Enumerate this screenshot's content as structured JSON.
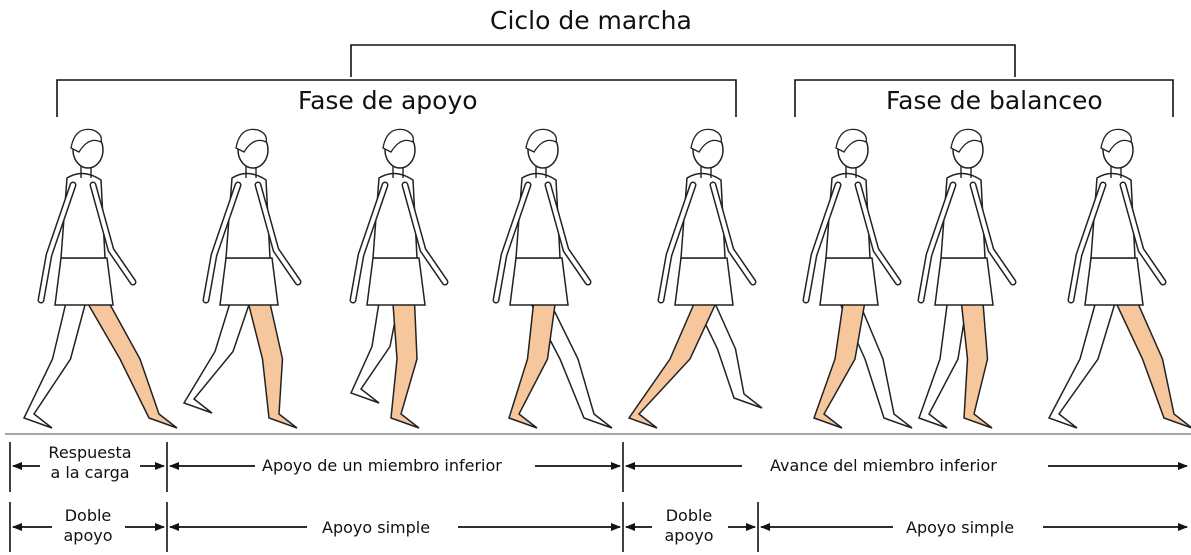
{
  "title": "Ciclo de marcha",
  "phases": {
    "stance": "Fase de apoyo",
    "swing": "Fase de balanceo"
  },
  "row1": {
    "loading_line1": "Respuesta",
    "loading_line2": "a la carga",
    "single_limb_support": "Apoyo de un miembro inferior",
    "limb_advancement": "Avance del miembro inferior"
  },
  "row2": {
    "double_support_line1": "Doble",
    "double_support_line2": "apoyo",
    "single_support": "Apoyo simple",
    "double_support2_line1": "Doble",
    "double_support2_line2": "apoyo",
    "single_support2": "Apoyo simple"
  },
  "colors": {
    "limb_highlight": "#f6c69c",
    "line": "#111111"
  },
  "figures": [
    {
      "id": "figure-1",
      "highlighted_leg": "front-stance"
    },
    {
      "id": "figure-2",
      "highlighted_leg": "stance"
    },
    {
      "id": "figure-3",
      "highlighted_leg": "stance"
    },
    {
      "id": "figure-4",
      "highlighted_leg": "stance"
    },
    {
      "id": "figure-5",
      "highlighted_leg": "push-off"
    },
    {
      "id": "figure-6",
      "highlighted_leg": "swing"
    },
    {
      "id": "figure-7",
      "highlighted_leg": "swing"
    },
    {
      "id": "figure-8",
      "highlighted_leg": "swing"
    }
  ]
}
